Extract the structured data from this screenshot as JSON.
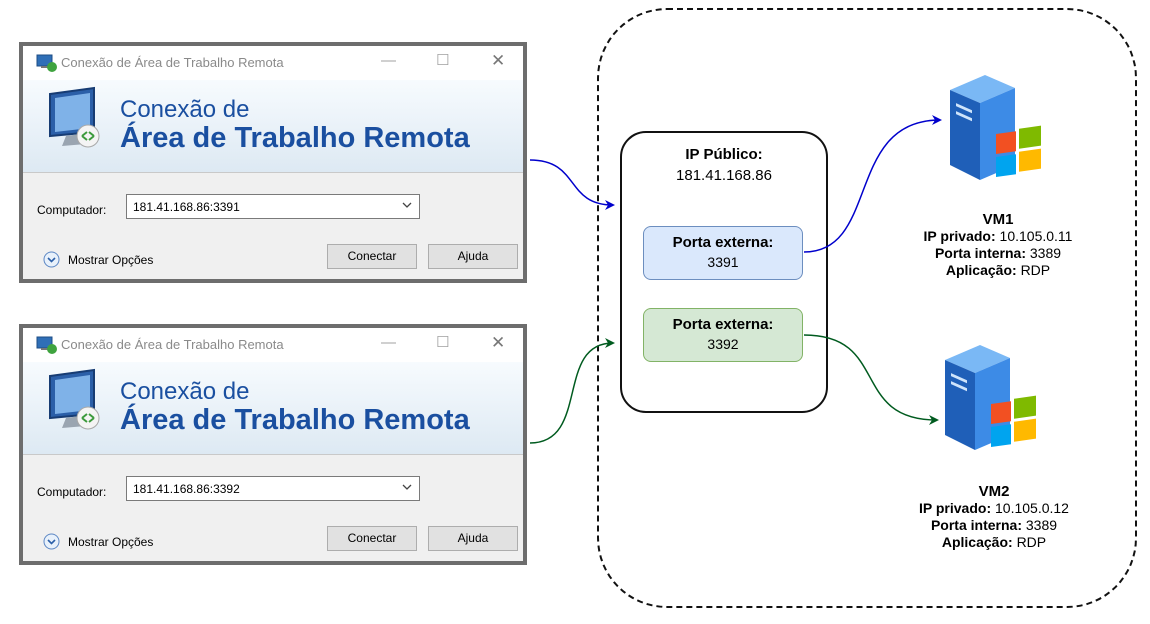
{
  "rdp_windows": [
    {
      "title": "Conexão de Área de Trabalho Remota",
      "banner_line1": "Conexão de",
      "banner_line2": "Área de Trabalho Remota",
      "computer_label": "Computador:",
      "computer_value": "181.41.168.86:3391",
      "options_label": "Mostrar Opções",
      "connect_label": "Conectar",
      "help_label": "Ajuda"
    },
    {
      "title": "Conexão de Área de Trabalho Remota",
      "banner_line1": "Conexão de",
      "banner_line2": "Área de Trabalho Remota",
      "computer_label": "Computador:",
      "computer_value": "181.41.168.86:3392",
      "options_label": "Mostrar Opções",
      "connect_label": "Conectar",
      "help_label": "Ajuda"
    }
  ],
  "public_ip": {
    "label": "IP Público:",
    "value": "181.41.168.86"
  },
  "ports": [
    {
      "label": "Porta externa:",
      "value": "3391",
      "fill": "#dae8fc",
      "stroke": "#6c8ebf"
    },
    {
      "label": "Porta externa:",
      "value": "3392",
      "fill": "#d5e8d4",
      "stroke": "#82b366"
    }
  ],
  "vms": [
    {
      "name": "VM1",
      "private_ip_label": "IP privado:",
      "private_ip": "10.105.0.11",
      "internal_port_label": "Porta interna:",
      "internal_port": "3389",
      "app_label": "Aplicação:",
      "app": "RDP"
    },
    {
      "name": "VM2",
      "private_ip_label": "IP privado:",
      "private_ip": "10.105.0.12",
      "internal_port_label": "Porta interna:",
      "internal_port": "3389",
      "app_label": "Aplicação:",
      "app": "RDP"
    }
  ],
  "colors": {
    "link_vm1": "#0000cc",
    "link_vm2": "#005b1f",
    "banner_text": "#1a4fa0"
  },
  "icons": {
    "app": "rdp-app-icon",
    "banner": "rdp-monitor-icon",
    "options": "chevron-down-circle-icon",
    "server": "windows-server-icon"
  }
}
